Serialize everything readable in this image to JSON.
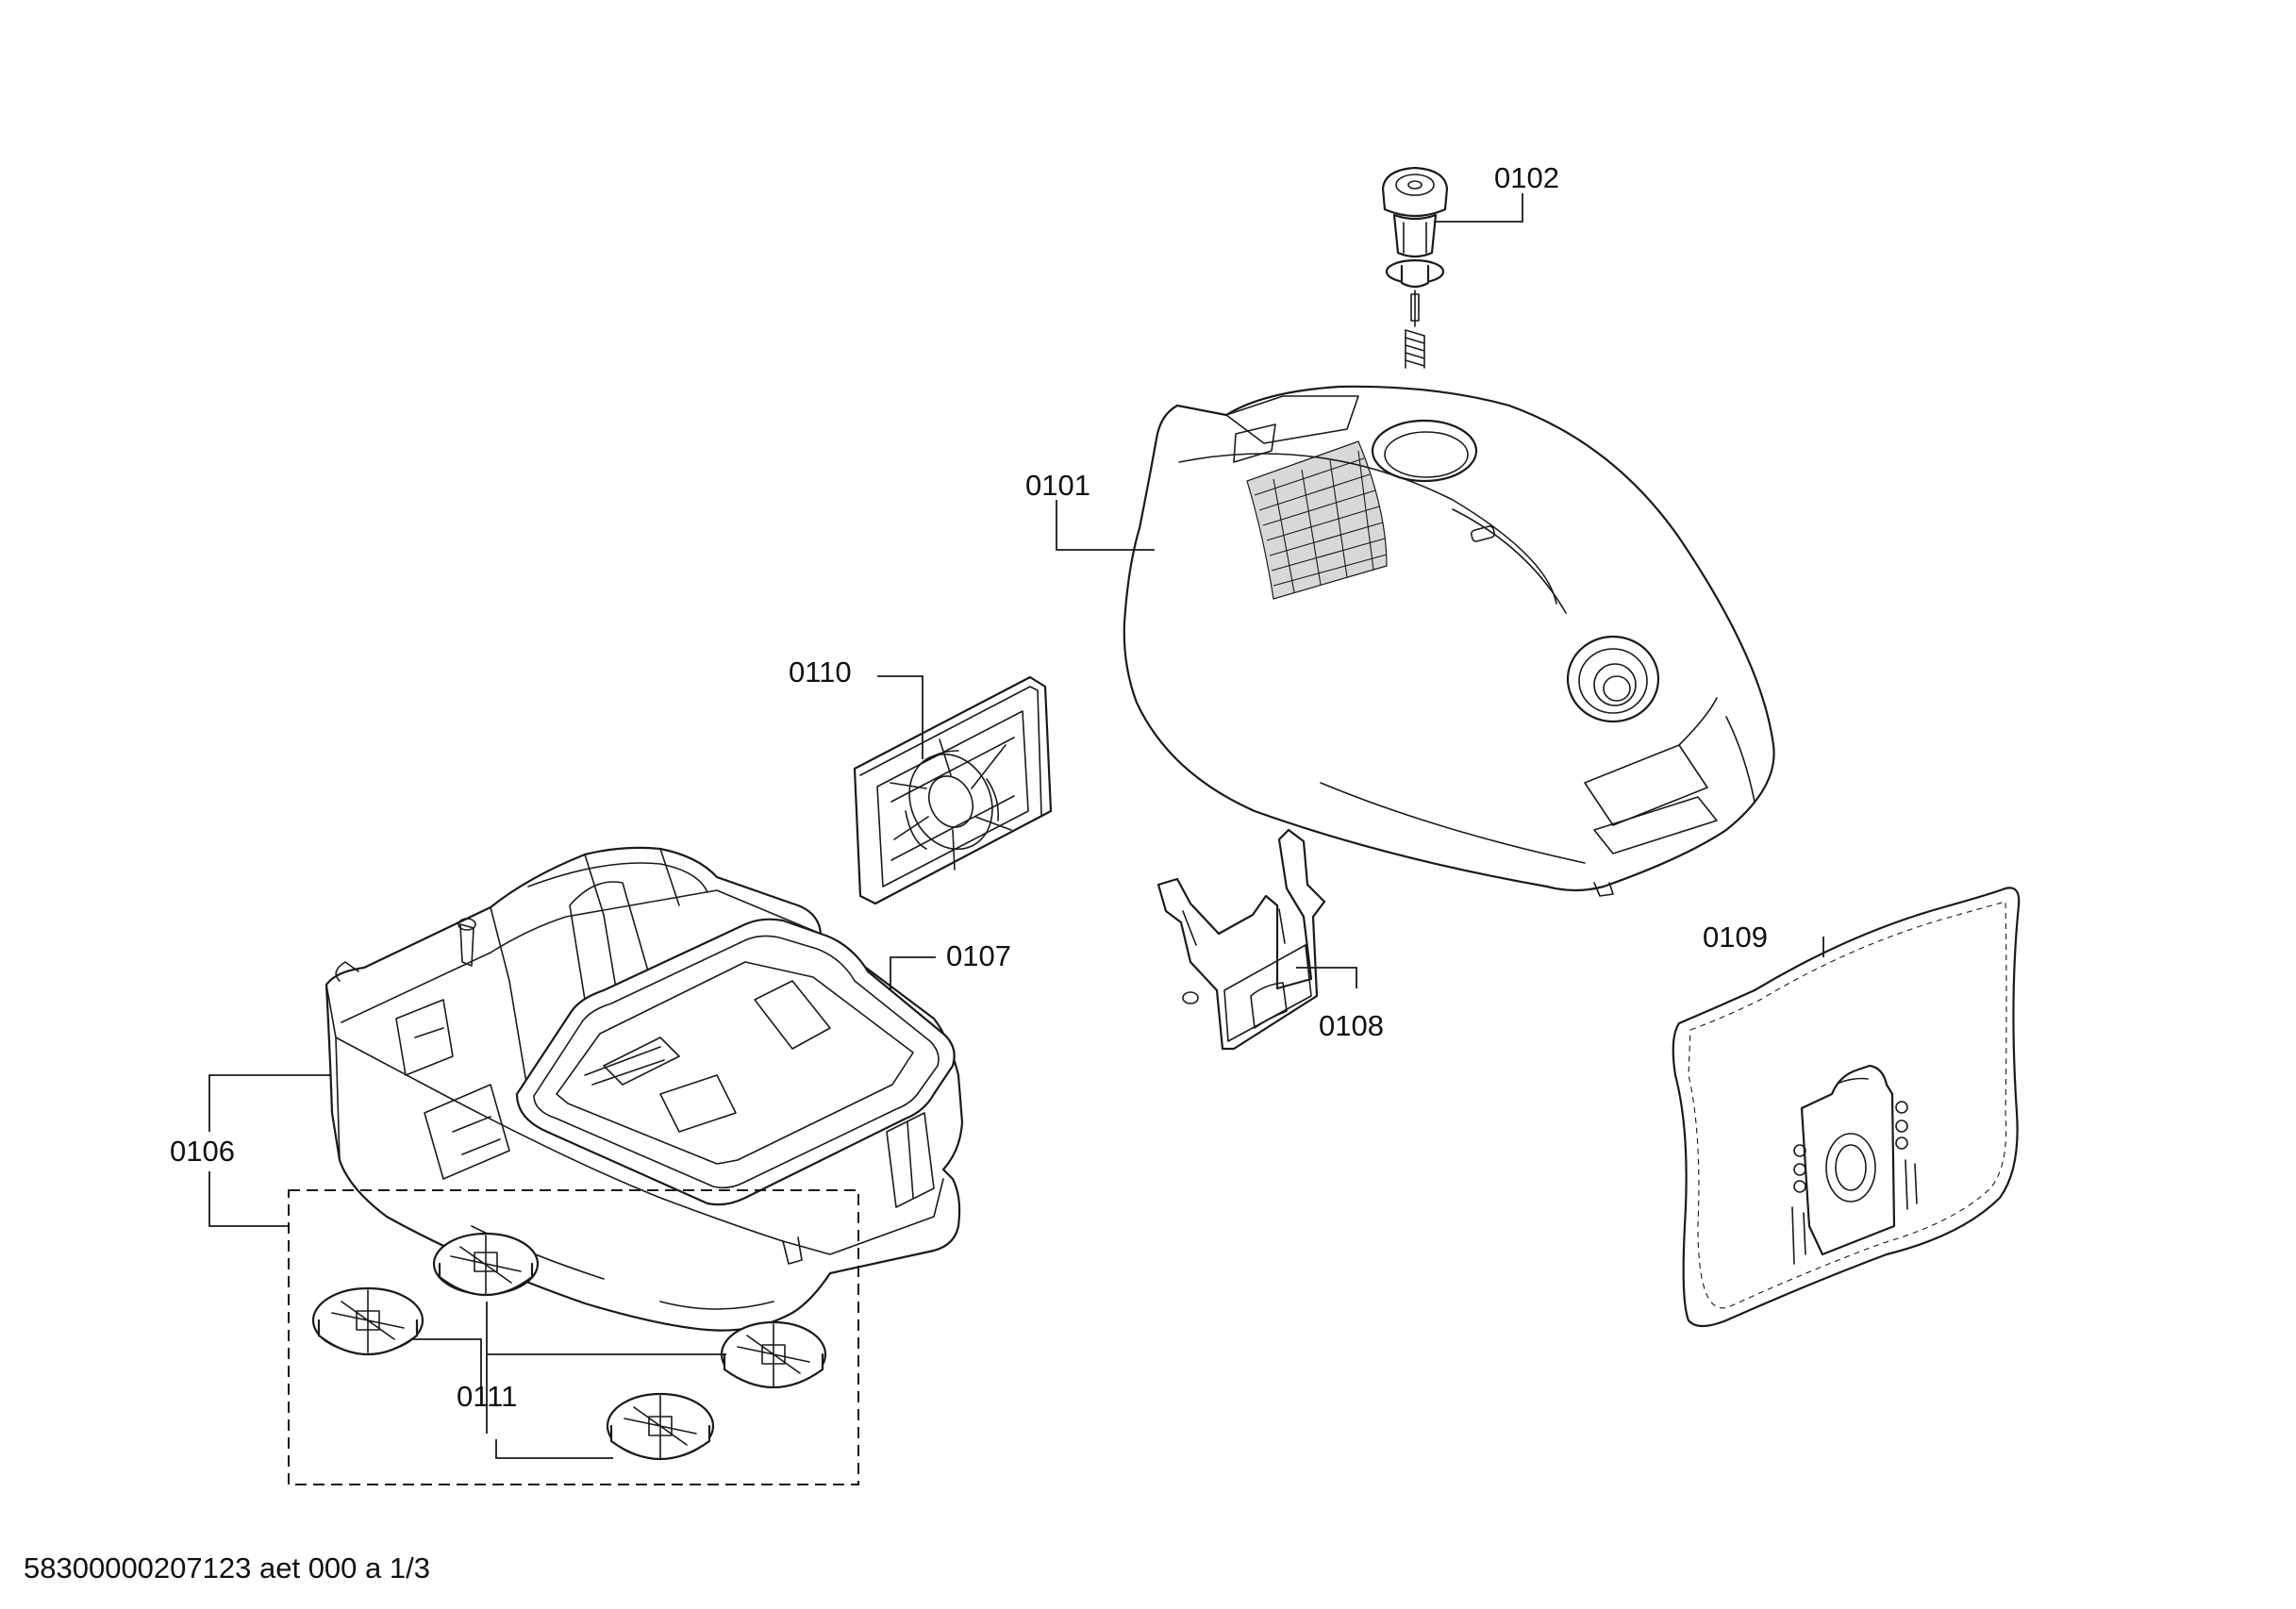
{
  "parts": [
    {
      "id": "top-cover",
      "label": "0101"
    },
    {
      "id": "valve-knob",
      "label": "0102"
    },
    {
      "id": "housing-bottom",
      "label": "0106"
    },
    {
      "id": "gasket-frame",
      "label": "0107"
    },
    {
      "id": "bag-holder",
      "label": "0108"
    },
    {
      "id": "dust-bag",
      "label": "0109"
    },
    {
      "id": "motor-filter-grille",
      "label": "0110"
    },
    {
      "id": "castor-wheels",
      "label": "0111"
    }
  ],
  "footer": {
    "doc_code": "58300000207123 aet 000 a 1/3"
  }
}
